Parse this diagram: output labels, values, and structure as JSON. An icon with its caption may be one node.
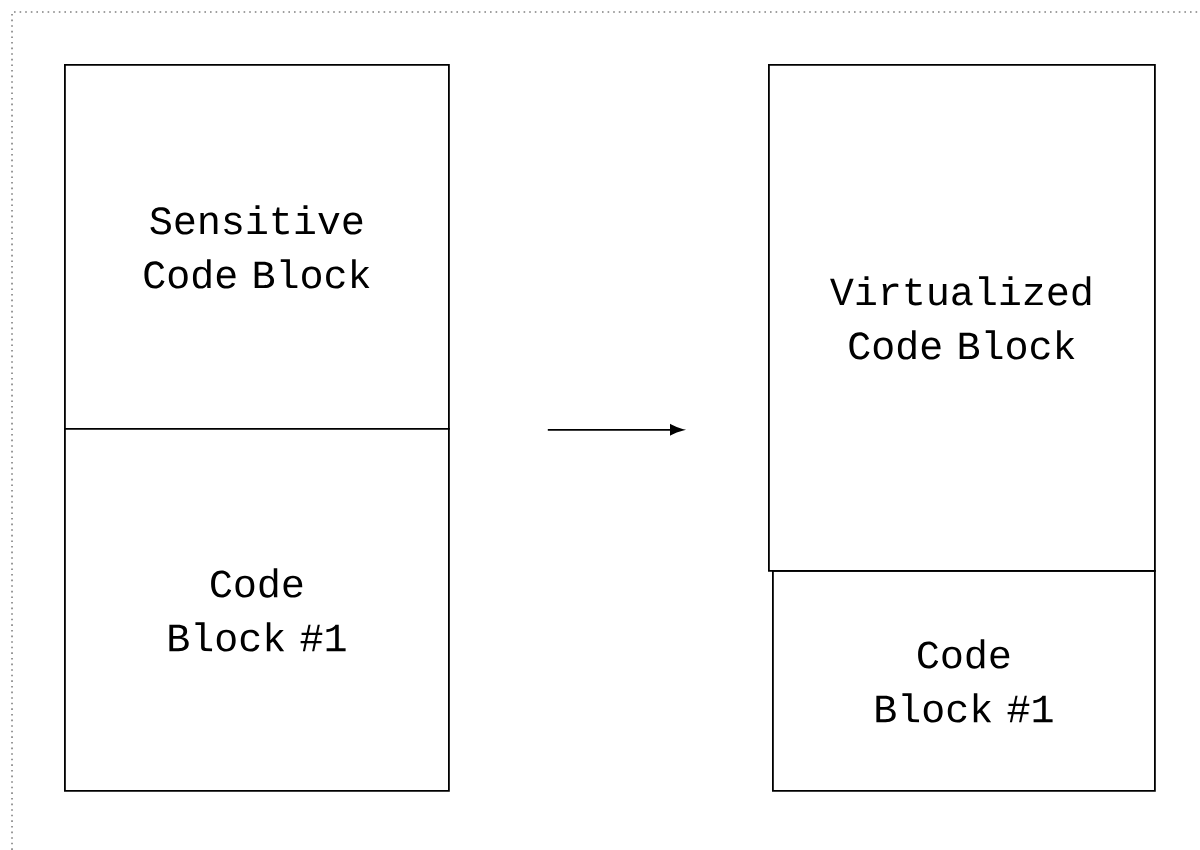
{
  "diagram": {
    "nodes": [
      {
        "text": [
          "Sensitive Code Block"
        ]
      },
      {
        "text": [
          "Code Block #1"
        ]
      },
      {
        "text": [
          "Virtualized Code Block"
        ]
      },
      {
        "text": [
          "Code Block #1"
        ]
      }
    ],
    "edges": [
      {
        "from": 0,
        "to": 2,
        "arrow": "to"
      }
    ]
  }
}
